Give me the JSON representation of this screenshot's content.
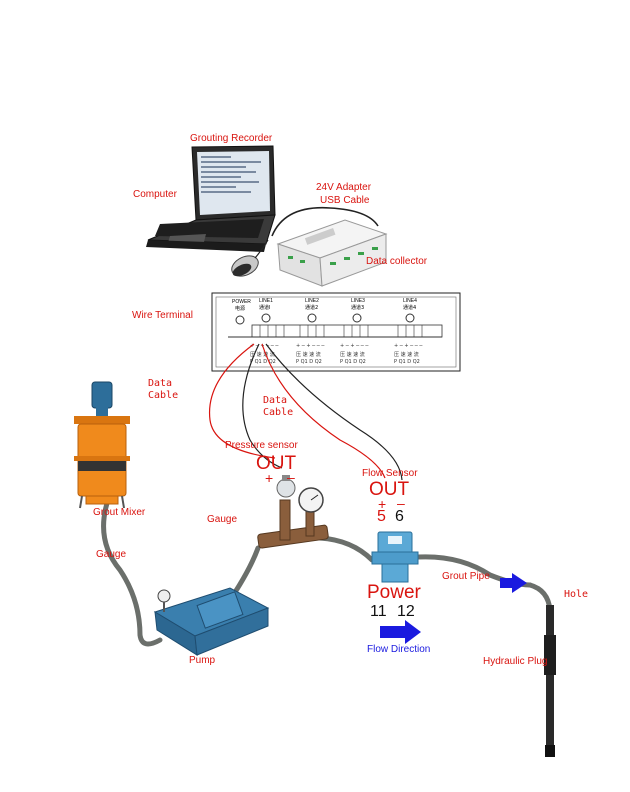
{
  "labels": {
    "grouting_recorder": "Grouting Recorder",
    "computer": "Computer",
    "adapter": "24V Adapter",
    "usb_cable": "USB Cable",
    "data_collector": "Data collector",
    "wire_terminal": "Wire Terminal",
    "data_cable_1_line1": "Data",
    "data_cable_1_line2": "Cable",
    "data_cable_2_line1": "Data",
    "data_cable_2_line2": "Cable",
    "pressure_sensor": "Pressure sensor",
    "pressure_out": "OUT",
    "pressure_plus": "+",
    "pressure_minus": "–",
    "flow_sensor": "Flow Sensor",
    "flow_out": "OUT",
    "flow_plus": "+",
    "flow_minus": "–",
    "flow_term_5": "5",
    "flow_term_6": "6",
    "power": "Power",
    "power_term_11": "11",
    "power_term_12": "12",
    "flow_direction": "Flow Direction",
    "grout_mixer": "Grout Mixer",
    "gauge_1": "Gauge",
    "gauge_2": "Gauge",
    "pump": "Pump",
    "grout_pipe": "Grout Pipe",
    "hole": "Hole",
    "hydraulic_plug": "Hydraulic Plug"
  },
  "terminal": {
    "power_label": "POWER",
    "power_sub": "电源",
    "lines": [
      {
        "label": "LINE1",
        "sub": "通道I"
      },
      {
        "label": "LINE2",
        "sub": "通道2"
      },
      {
        "label": "LINE3",
        "sub": "通道3"
      },
      {
        "label": "LINE4",
        "sub": "通道4"
      }
    ]
  },
  "colors": {
    "label_red": "#d9140f",
    "arrow_blue": "#1a1adf",
    "cable_red": "#d9140f",
    "cable_black": "#222222",
    "hose": "#6b6f6b",
    "mixer_orange": "#f08a1c"
  }
}
